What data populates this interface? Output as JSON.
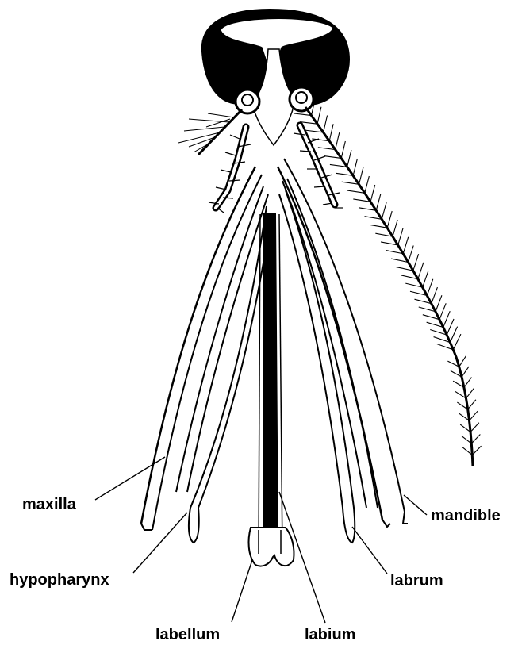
{
  "labels": {
    "maxilla": "maxilla",
    "mandible": "mandible",
    "hypopharynx": "hypopharynx",
    "labrum": "labrum",
    "labellum": "labellum",
    "labium": "labium"
  },
  "colors": {
    "ink": "#000000",
    "paper": "#ffffff"
  }
}
